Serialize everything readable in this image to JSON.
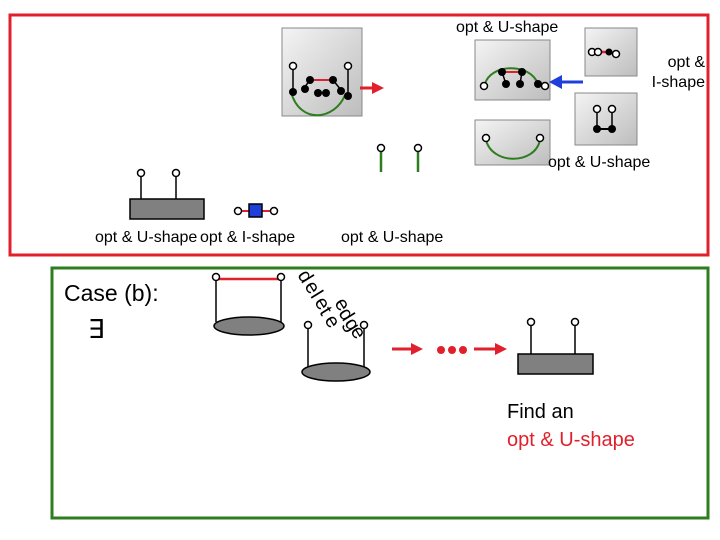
{
  "labels": {
    "top_right": "opt & U-shape",
    "i_shape_line1": "opt &",
    "i_shape_line2": "I-shape",
    "mid_right": "opt & U-shape",
    "left_u": "opt & U-shape",
    "left_i": "opt & I-shape",
    "center": "opt & U-shape",
    "case": "Case (b):",
    "exists_symbol": "∃",
    "delete_edge": [
      "d",
      "e",
      "l",
      "e",
      "t",
      "e",
      " ",
      "e",
      "d",
      "g",
      "e"
    ],
    "find_line1": "Find an",
    "find_line2": "opt & U-shape"
  },
  "colors": {
    "top_frame": "#e0202c",
    "bottom_frame": "#2e7d1f",
    "panel_fill": "#d4d4d4",
    "shape_fill": "#808080",
    "red": "#e0202c",
    "green": "#2e7d1f",
    "blue": "#1e3fd9",
    "find_text": "#e0202c"
  }
}
